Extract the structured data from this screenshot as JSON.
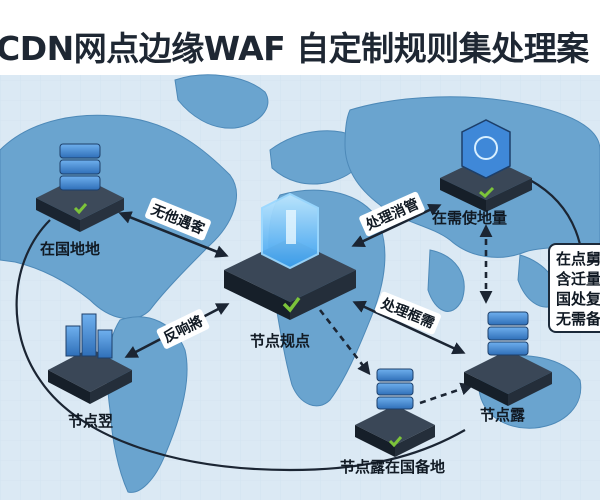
{
  "title": "CDN网点边缘WAF 自定制规则集处理案",
  "colors": {
    "ocean": "#dbe9f4",
    "land": "#5e9bc8",
    "node_top": "#4a8fd6",
    "node_dark": "#1a2430",
    "check": "#7cc43a",
    "arrow": "#1b2533"
  },
  "nodes": [
    {
      "id": "na",
      "label": "在国地地",
      "icon": "server-stack-icon"
    },
    {
      "id": "center",
      "label": "节点规点",
      "icon": "waf-core-icon"
    },
    {
      "id": "asia",
      "label": "在需使地量",
      "icon": "globe-shield-icon"
    },
    {
      "id": "sa",
      "label": "节点翌",
      "icon": "server-cluster-icon"
    },
    {
      "id": "africa",
      "label": "节点露在国备地",
      "icon": "server-stack-icon"
    },
    {
      "id": "se",
      "label": "节点露",
      "icon": "server-stack-icon"
    }
  ],
  "connectors": [
    {
      "id": "c1",
      "label": "无他遇客"
    },
    {
      "id": "c2",
      "label": "处理消管"
    },
    {
      "id": "c3",
      "label": "反响將"
    },
    {
      "id": "c4",
      "label": "处理框需"
    }
  ],
  "side_panel": {
    "lines": [
      "在点舅",
      "含迁量",
      "国处复",
      "无需备"
    ]
  }
}
